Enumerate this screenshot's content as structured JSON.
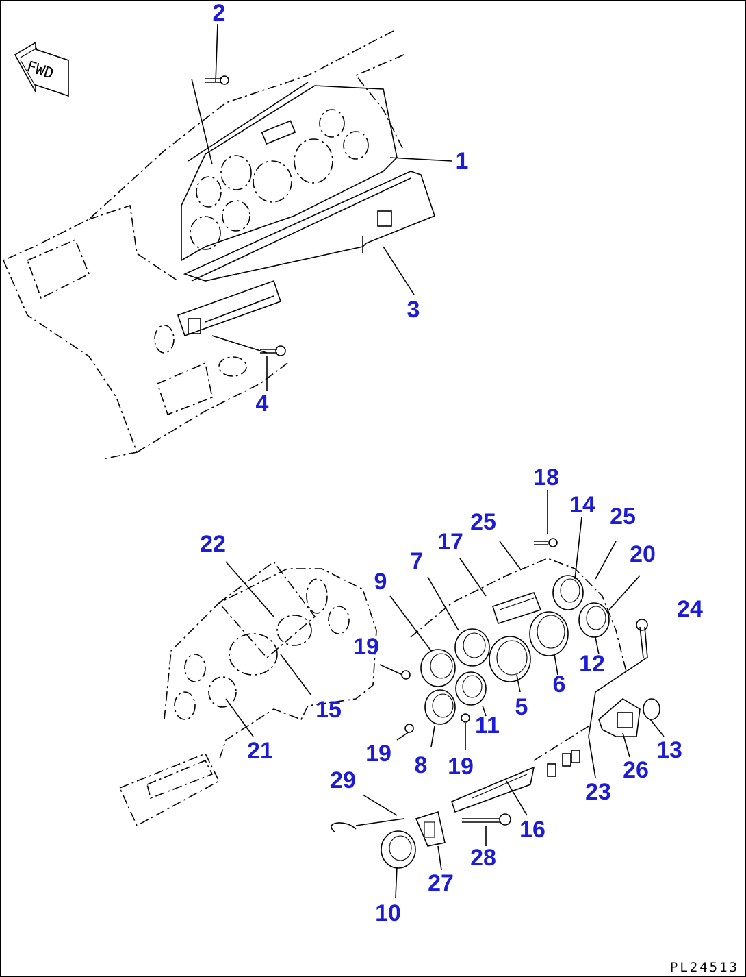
{
  "diagram": {
    "fwd_label": "FWD",
    "drawing_code": "PL24513",
    "callouts": [
      "1",
      "2",
      "3",
      "4",
      "5",
      "6",
      "7",
      "8",
      "9",
      "10",
      "11",
      "12",
      "13",
      "14",
      "15",
      "16",
      "17",
      "18",
      "19",
      "19",
      "19",
      "20",
      "21",
      "22",
      "23",
      "24",
      "25",
      "25",
      "26",
      "27",
      "28",
      "29"
    ]
  }
}
